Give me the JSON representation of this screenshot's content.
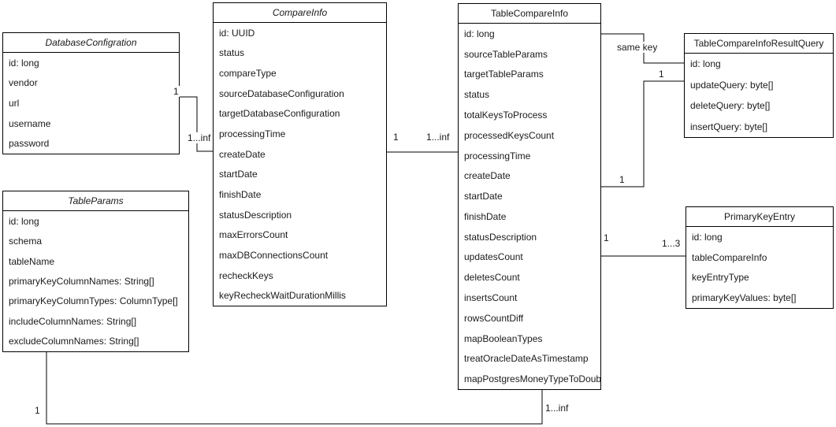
{
  "diagram": {
    "colors": {
      "background": "#ffffff",
      "line": "#000000",
      "text": "#1a1a1a"
    },
    "classes": [
      {
        "name": "DatabaseConfigration",
        "attributes": [
          "id: long",
          "vendor",
          "url",
          "username",
          "password"
        ]
      },
      {
        "name": "CompareInfo",
        "attributes": [
          "id: UUID",
          "status",
          "compareType",
          "sourceDatabaseConfiguration",
          "targetDatabaseConfiguration",
          "processingTime",
          "createDate",
          "startDate",
          "finishDate",
          "statusDescription",
          "maxErrorsCount",
          "maxDBConnectionsCount",
          "recheckKeys",
          "keyRecheckWaitDurationMillis"
        ]
      },
      {
        "name": "TableCompareInfo",
        "attributes": [
          "id: long",
          "sourceTableParams",
          "targetTableParams",
          "status",
          "totalKeysToProcess",
          "processedKeysCount",
          "processingTime",
          "createDate",
          "startDate",
          "finishDate",
          "statusDescription",
          "updatesCount",
          "deletesCount",
          "insertsCount",
          "rowsCountDiff",
          "mapBooleanTypes",
          "treatOracleDateAsTimestamp",
          "mapPostgresMoneyTypeToDoub"
        ]
      },
      {
        "name": "TableCompareInfoResultQuery",
        "attributes": [
          "id: long",
          "updateQuery: byte[]",
          "deleteQuery: byte[]",
          "insertQuery: byte[]"
        ]
      },
      {
        "name": "TableParams",
        "attributes": [
          "id: long",
          "schema",
          "tableName",
          "primaryKeyColumnNames: String[]",
          "primaryKeyColumnTypes: ColumnType[]",
          "includeColumnNames: String[]",
          "excludeColumnNames: String[]"
        ]
      },
      {
        "name": "PrimaryKeyEntry",
        "attributes": [
          "id: long",
          "tableCompareInfo",
          "keyEntryType",
          "primaryKeyValues: byte[]"
        ]
      }
    ],
    "edge_labels": [
      {
        "text": "1"
      },
      {
        "text": "1...inf"
      },
      {
        "text": "1"
      },
      {
        "text": "1...inf"
      },
      {
        "text": "same key"
      },
      {
        "text": "1"
      },
      {
        "text": "1"
      },
      {
        "text": "1"
      },
      {
        "text": "1...3"
      },
      {
        "text": "1"
      },
      {
        "text": "1...inf"
      }
    ]
  }
}
